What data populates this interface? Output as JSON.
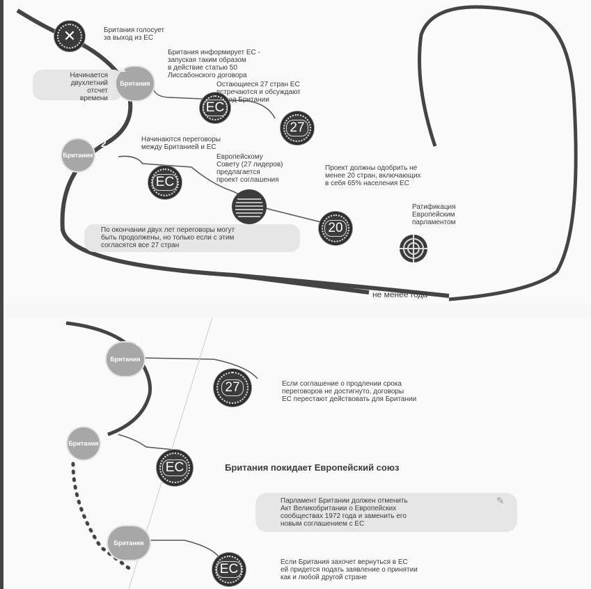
{
  "top": {
    "vote_text": "Британия голосует\nза выход из ЕС",
    "inform_text": "Британия информирует ЕС -\nзапуская таким образом\nв действие статью 50\nЛиссабонского договора",
    "countdown_text": "Начинается\nдвухлетний\nотсчет\nвремени",
    "remaining_text": "Остающиеся 27 стран ЕС\nвстречаются и обсуждают\nвыход Британии",
    "negotiations_text": "Начинаются переговоры\nмежду Британией и ЕС",
    "council_text": "Европейскому\nСовету (27 лидеров)\nпредлагается\nпроект соглашения",
    "approve_text": "Проект должны одобрить не\nменее 20 стран, включающих\nв себя 65% населения ЕС",
    "ratify_text": "Ратификация\nЕвропейским\nпарламентом",
    "extend_text": "По окончании двух лет переговоры могут\nбыть продолжены, но только если с этим\nсогласятся все 27 стран",
    "year_text": "не менее года",
    "step1": "1",
    "step2": "2",
    "britain": "Британия",
    "eu": "ЕС",
    "n27": "27",
    "n20": "20"
  },
  "bottom": {
    "step3": "3",
    "step4": "4",
    "britain": "Британия",
    "n27": "27",
    "eu": "ЕС",
    "stop_text": "Если соглашение о продлении срока\nпереговоров не достигнуто, договоры\nЕС перестают действовать для Британии",
    "leaves_text": "Британия покидает Европейский союз",
    "parliament_text": "Парламент Британии должен отменить\nАкт Великобритании о Европейских\nсообществах 1972 года и заменить его\nновым соглашением с ЕС",
    "return_text": "Если Британия захочет вернуться в ЕС\nей придется подать заявление о принятии\nкак и любой другой стране"
  },
  "colors": {
    "path": "#444444",
    "badge": "#a7a7a7",
    "eu": "#3b3b3b"
  }
}
